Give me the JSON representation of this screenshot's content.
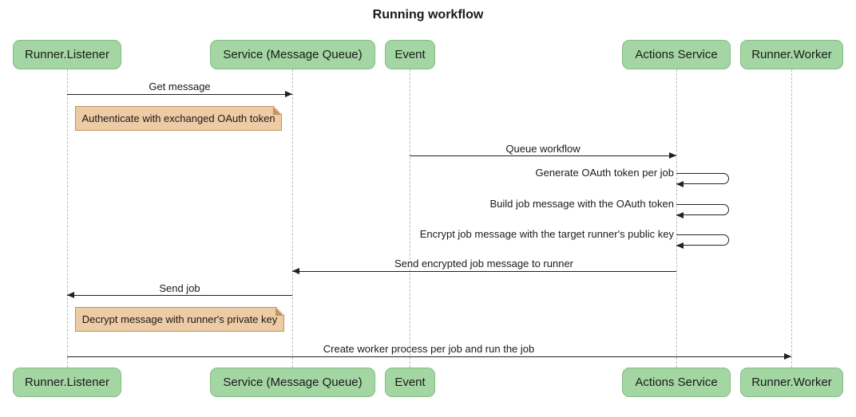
{
  "title": "Running workflow",
  "colors": {
    "actor_fill": "#a3d6a3",
    "actor_border": "#84bb84",
    "note_fill": "#edcba4",
    "note_border": "#c2945f",
    "lifeline": "#bbbbbb",
    "arrow": "#222222",
    "text": "#1a1a1a"
  },
  "actors": [
    {
      "label": "Runner.Listener"
    },
    {
      "label": "Service (Message Queue)"
    },
    {
      "label": "Event"
    },
    {
      "label": "Actions Service"
    },
    {
      "label": "Runner.Worker"
    }
  ],
  "messages": [
    {
      "label": "Get message",
      "from": "Runner.Listener",
      "to": "Service (Message Queue)",
      "type": "solid"
    },
    {
      "label": "Queue workflow",
      "from": "Event",
      "to": "Actions Service",
      "type": "solid"
    },
    {
      "label": "Generate OAuth token per job",
      "from": "Actions Service",
      "to": "Actions Service",
      "type": "self"
    },
    {
      "label": "Build job message with the OAuth token",
      "from": "Actions Service",
      "to": "Actions Service",
      "type": "self"
    },
    {
      "label": "Encrypt job message with the target runner's public key",
      "from": "Actions Service",
      "to": "Actions Service",
      "type": "self"
    },
    {
      "label": "Send encrypted job message to runner",
      "from": "Actions Service",
      "to": "Service (Message Queue)",
      "type": "solid"
    },
    {
      "label": "Send job",
      "from": "Service (Message Queue)",
      "to": "Runner.Listener",
      "type": "solid"
    },
    {
      "label": "Create worker process per job and run the job",
      "from": "Runner.Listener",
      "to": "Runner.Worker",
      "type": "solid"
    }
  ],
  "notes": [
    {
      "text": "Authenticate with exchanged OAuth token",
      "anchor": "Runner.Listener"
    },
    {
      "text": "Decrypt message with runner's private key",
      "anchor": "Runner.Listener"
    }
  ]
}
